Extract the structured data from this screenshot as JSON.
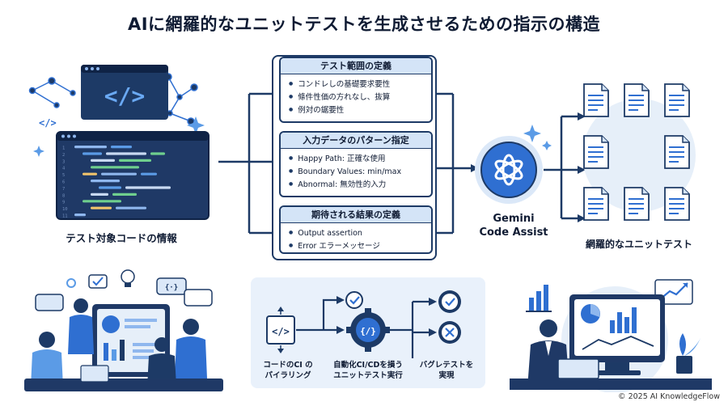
{
  "title": "AIに網羅的なユニットテストを生成させるための指示の構造",
  "left_label": "テスト対象コードの情報",
  "cards": [
    {
      "heading": "テスト範囲の定義",
      "items": [
        "コンドレしの基礎要求要性",
        "條件性価の方れなし、抜算",
        "例対の鋸要性"
      ]
    },
    {
      "heading": "入力データのパターン指定",
      "items": [
        "Happy Path: 正確な使用",
        "Boundary Values: min/max",
        "Abnormal: 無効性的入力"
      ]
    },
    {
      "heading": "期待される結果の定義",
      "items": [
        "Output assertion",
        "Error エラーメッセージ"
      ]
    }
  ],
  "ai": {
    "line1": "Gemini",
    "line2": "Code Assist"
  },
  "right_label": "網羅的なユニットテスト",
  "pipeline": {
    "step1": [
      "コードのCI の",
      "パイラリング"
    ],
    "step2": [
      "自動化CI/CDを損う",
      "ユニットテスト実行"
    ],
    "step3": [
      "バグレテストを",
      "実現"
    ]
  },
  "code_line_numbers": [
    "1",
    "2",
    "3",
    "4",
    "5",
    "6",
    "7",
    "8",
    "9",
    "10",
    "11"
  ],
  "copyright": "© 2025 AI KnowledgeFlow",
  "colors": {
    "navy": "#1d3a66",
    "blue": "#2f6fd1",
    "light": "#d4e4f7",
    "code_bg": "#1f3966"
  }
}
